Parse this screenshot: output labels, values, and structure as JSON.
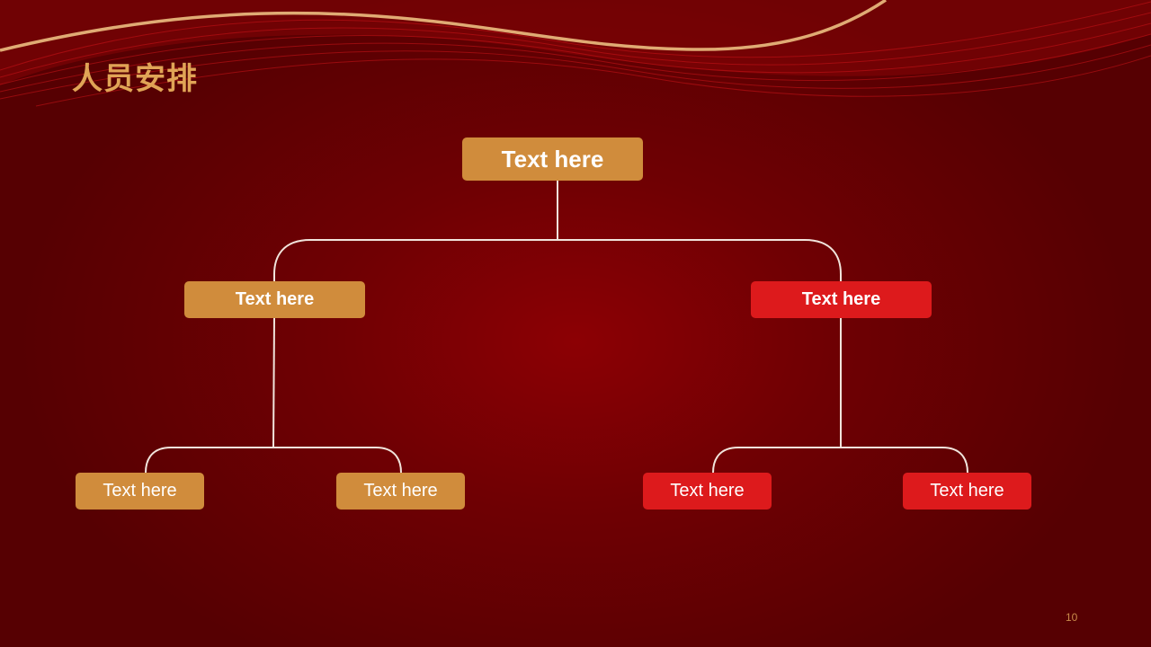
{
  "slide": {
    "title": "人员安排",
    "page_number": "10"
  },
  "colors": {
    "gold": "#d08c3c",
    "red": "#dd1a1c",
    "connector": "#f1e4dc",
    "title": "#e0a456"
  },
  "diagram": {
    "root": {
      "label": "Text here"
    },
    "left_branch": {
      "label": "Text here",
      "children": [
        {
          "label": "Text here"
        },
        {
          "label": "Text here"
        }
      ]
    },
    "right_branch": {
      "label": "Text here",
      "children": [
        {
          "label": "Text here"
        },
        {
          "label": "Text here"
        }
      ]
    }
  }
}
